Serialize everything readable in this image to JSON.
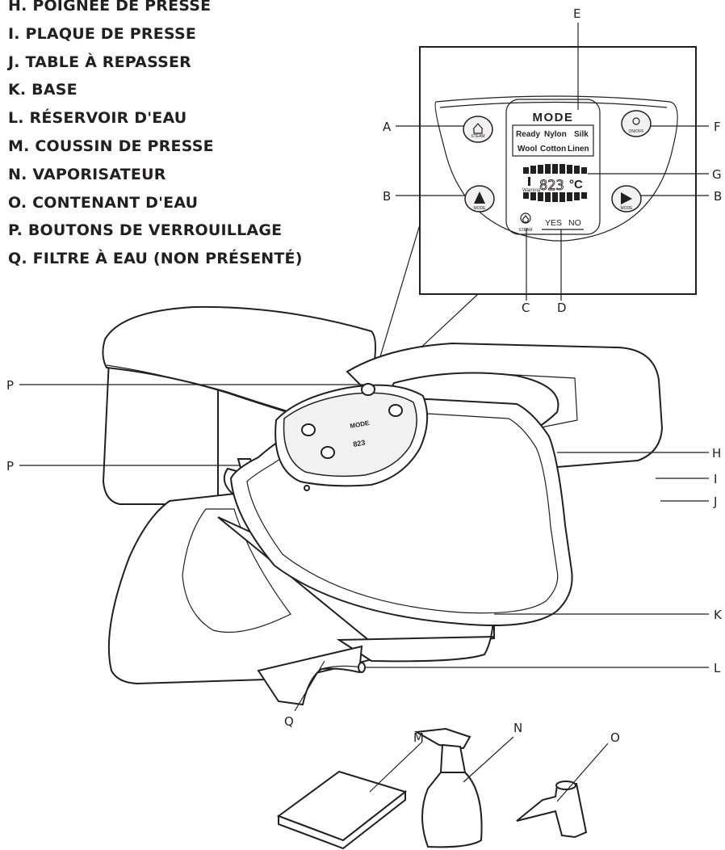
{
  "legend": [
    "H. POIGNÉE DE PRESSE",
    "I. PLAQUE DE PRESSE",
    "J. TABLE À REPASSER",
    "K. BASE",
    "L. RÉSERVOIR D'EAU",
    "M. COUSSIN DE PRESSE",
    "N. VAPORISATEUR",
    "O. CONTENANT D'EAU",
    "P. BOUTONS DE VERROUILLAGE",
    "Q. FILTRE À EAU (NON PRÉSENTÉ)"
  ],
  "callouts": {
    "A": "A",
    "B_left": "B",
    "B_right": "B",
    "C": "C",
    "D": "D",
    "E": "E",
    "F": "F",
    "G": "G",
    "H": "H",
    "I": "I",
    "J": "J",
    "K": "K",
    "L": "L",
    "M": "M",
    "N": "N",
    "O": "O",
    "P_top": "P",
    "P_bottom": "P",
    "Q": "Q"
  },
  "panel": {
    "mode_title": "MODE",
    "fabrics_row1": [
      "Ready",
      "Nylon",
      "Silk"
    ],
    "fabrics_row2": [
      "Wool",
      "Cotton",
      "Linen"
    ],
    "steam_label": "STEAM",
    "onoff_label": "ON/OFF",
    "mode_label": "MODE",
    "warning_label": "Warning",
    "temp_digits": "823",
    "temp_unit": "°C",
    "yes_label": "YES",
    "no_label": "NO"
  }
}
